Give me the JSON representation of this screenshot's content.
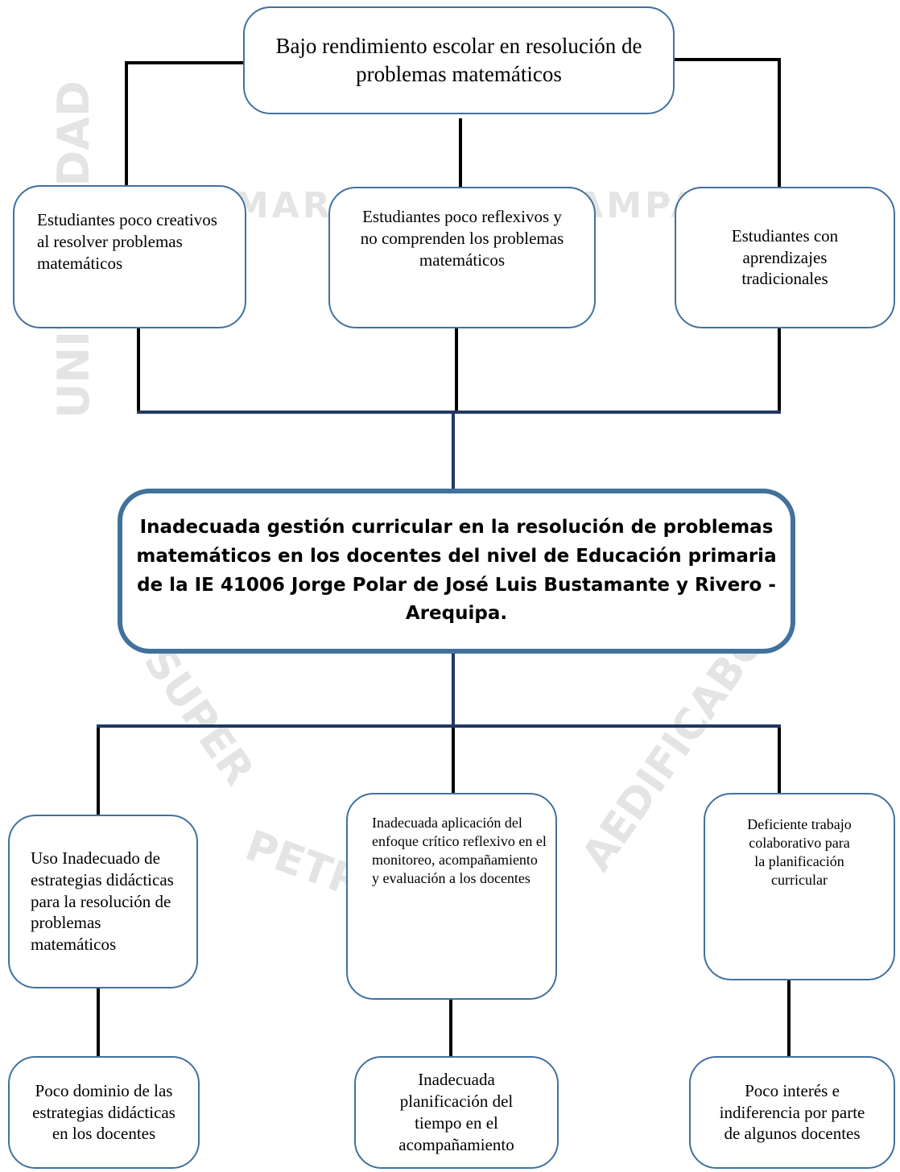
{
  "watermark": {
    "arc_left": "UNIVERSIDAD",
    "arc_top": "MARCELINO CHAMPAGNAT",
    "arc_bottom_left": "SUPER",
    "arc_bottom": "PETRAM",
    "arc_bottom_right": "AEDIFICABO"
  },
  "diagram": {
    "top": "Bajo rendimiento escolar en resolución de problemas matemáticos",
    "effects": [
      "Estudiantes poco creativos al resolver problemas matemáticos",
      "Estudiantes poco reflexivos y no comprenden los problemas matemáticos",
      "Estudiantes con aprendizajes tradicionales"
    ],
    "central": "Inadecuada gestión curricular en la resolución de problemas matemáticos en los docentes del nivel de Educación primaria de la IE 41006 Jorge Polar de José Luis Bustamante y Rivero - Arequipa.",
    "causes": [
      "Uso Inadecuado de estrategias didácticas para la resolución de problemas matemáticos",
      "Inadecuada aplicación del enfoque crítico reflexivo en el monitoreo, acompañamiento y evaluación a los docentes",
      "Deficiente trabajo colaborativo para la planificación curricular"
    ],
    "subcauses": [
      "Poco dominio de las estrategias didácticas en los docentes",
      "Inadecuada planificación del tiempo en el acompañamiento",
      "Poco interés e indiferencia por parte de algunos docentes"
    ]
  },
  "colors": {
    "box_border": "#41719c",
    "connector_black": "#000000",
    "connector_navy": "#1f3864",
    "watermark": "#e4e4e4"
  }
}
